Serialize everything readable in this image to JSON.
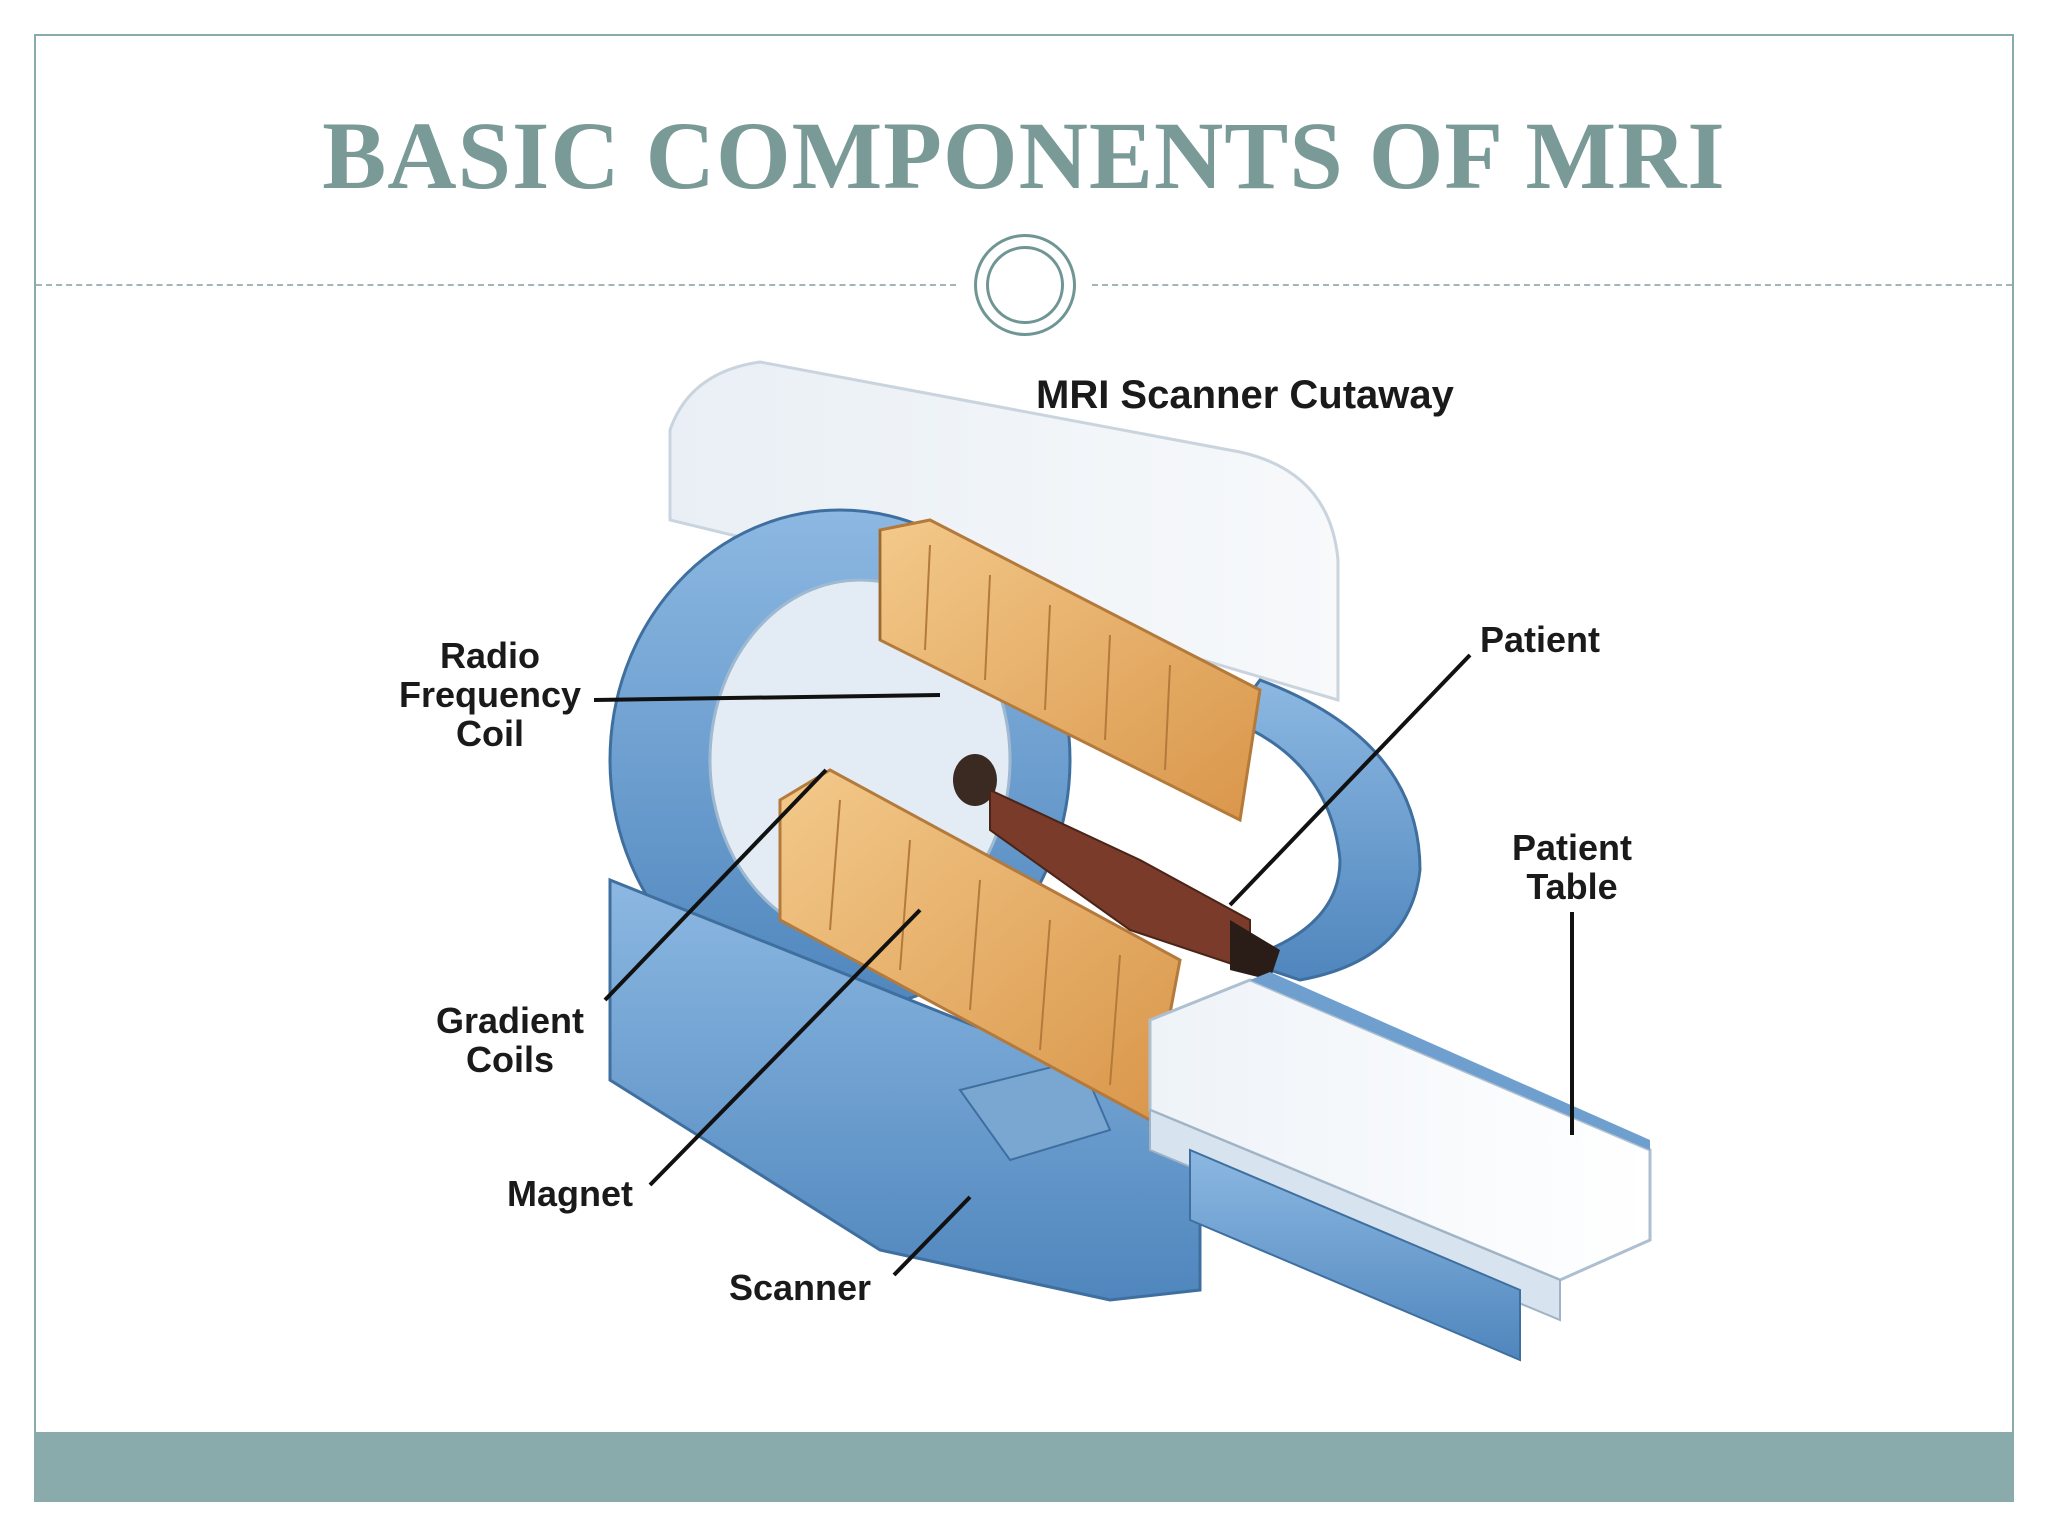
{
  "slide": {
    "title": "BASIC COMPONENTS OF MRI"
  },
  "diagram": {
    "heading": "MRI Scanner Cutaway",
    "labels": {
      "rf_coil_line1": "Radio",
      "rf_coil_line2": "Frequency",
      "rf_coil_line3": "Coil",
      "gradient_line1": "Gradient",
      "gradient_line2": "Coils",
      "magnet": "Magnet",
      "scanner": "Scanner",
      "patient": "Patient",
      "table_line1": "Patient",
      "table_line2": "Table"
    }
  },
  "colors": {
    "accent": "#8aabab",
    "title": "#7a9a98",
    "machine_blue": "#6f9fcf",
    "coil_orange": "#e8b56a"
  }
}
